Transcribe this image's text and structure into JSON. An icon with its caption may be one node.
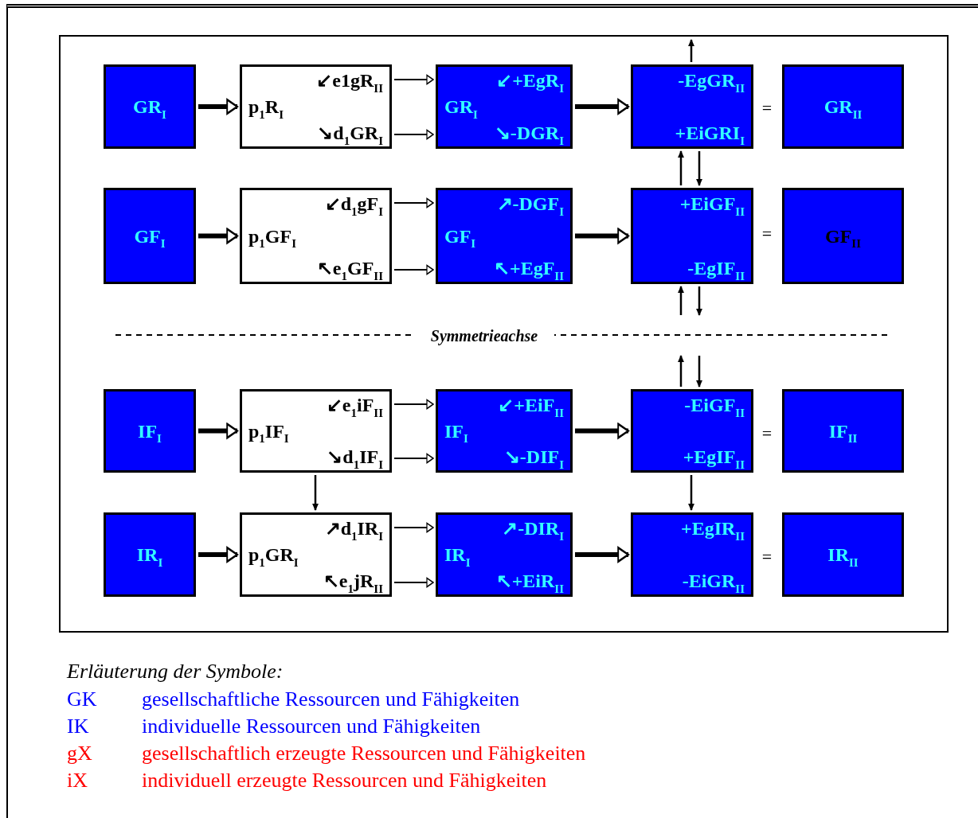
{
  "diagram": {
    "nodes": [
      {
        "text": [
          "GR$_{I}$"
        ]
      },
      {
        "text": [
          "↙e1gR$_{II}$",
          "p$_{1}$R$_{I}$",
          "↘d$_{1}$GR$_{I}$"
        ]
      },
      {
        "text": [
          "↙+EgR$_{I}$",
          "GR$_{I}$",
          "↘-DGR$_{I}$"
        ]
      },
      {
        "text": [
          "-EgGR$_{II}$",
          "+EiGRI$_{I}$"
        ]
      },
      {
        "text": [
          "GR$_{II}$"
        ]
      },
      {
        "text": [
          "GF$_{I}$"
        ]
      },
      {
        "text": [
          "↙d$_{1}$gF$_{I}$",
          "p$_{1}$GF$_{I}$",
          "↖e$_{1}$GF$_{II}$"
        ]
      },
      {
        "text": [
          "↗-DGF$_{I}$",
          "GF$_{I}$",
          "↖+EgF$_{II}$"
        ]
      },
      {
        "text": [
          "+EiGF$_{II}$",
          "-EgIF$_{II}$"
        ]
      },
      {
        "text": [
          "GF$_{II}$"
        ]
      },
      {
        "text": [
          "IF$_{I}$"
        ]
      },
      {
        "text": [
          "↙e$_{1}$iF$_{II}$",
          "p$_{1}$IF$_{I}$",
          "↘d$_{1}$IF$_{I}$"
        ]
      },
      {
        "text": [
          "↙+EiF$_{II}$",
          "IF$_{I}$",
          "↘-DIF$_{I}$"
        ]
      },
      {
        "text": [
          "-EiGF$_{II}$",
          "+EgIF$_{II}$"
        ]
      },
      {
        "text": [
          "IF$_{II}$"
        ]
      },
      {
        "text": [
          "IR$_{I}$"
        ]
      },
      {
        "text": [
          "↗d$_{1}$IR$_{I}$",
          "p$_{1}$GR$_{I}$",
          "↖e$_{1}$jR$_{II}$"
        ]
      },
      {
        "text": [
          "↗-DIR$_{I}$",
          "IR$_{I}$",
          "↖+EiR$_{II}$"
        ]
      },
      {
        "text": [
          "+EgIR$_{II}$",
          "-EiGR$_{II}$"
        ]
      },
      {
        "text": [
          "IR$_{II}$"
        ]
      }
    ],
    "edges": [
      {
        "from": 0,
        "to": 1,
        "arrow": "to",
        "style": "thick"
      },
      {
        "from": 1,
        "to": 2,
        "arrow": "to"
      },
      {
        "from": 1,
        "to": 2,
        "arrow": "to"
      },
      {
        "from": 2,
        "to": 3,
        "arrow": "to",
        "style": "thick"
      },
      {
        "from": 5,
        "to": 6,
        "arrow": "to",
        "style": "thick"
      },
      {
        "from": 6,
        "to": 7,
        "arrow": "to"
      },
      {
        "from": 6,
        "to": 7,
        "arrow": "to"
      },
      {
        "from": 7,
        "to": 8,
        "arrow": "to",
        "style": "thick"
      },
      {
        "from": 10,
        "to": 11,
        "arrow": "to",
        "style": "thick"
      },
      {
        "from": 11,
        "to": 12,
        "arrow": "to"
      },
      {
        "from": 11,
        "to": 12,
        "arrow": "to"
      },
      {
        "from": 12,
        "to": 13,
        "arrow": "to",
        "style": "thick"
      },
      {
        "from": 15,
        "to": 16,
        "arrow": "to",
        "style": "thick"
      },
      {
        "from": 16,
        "to": 17,
        "arrow": "to"
      },
      {
        "from": 16,
        "to": 17,
        "arrow": "to"
      },
      {
        "from": 17,
        "to": 18,
        "arrow": "to",
        "style": "thick"
      },
      {
        "from": 3,
        "to": null,
        "arrow": "to"
      },
      {
        "from": 8,
        "to": 3,
        "arrow": "to"
      },
      {
        "from": 3,
        "to": 8,
        "arrow": "to"
      },
      {
        "from": null,
        "to": 8,
        "arrow": "to"
      },
      {
        "from": 8,
        "to": null,
        "arrow": "to"
      },
      {
        "from": 13,
        "to": null,
        "arrow": "to"
      },
      {
        "from": null,
        "to": 13,
        "arrow": "to"
      },
      {
        "from": 11,
        "to": 16,
        "arrow": "to"
      },
      {
        "from": 13,
        "to": 18,
        "arrow": "to"
      }
    ],
    "labels": [
      "=",
      "=",
      "Symmetrieachse",
      "=",
      "=",
      "Erläuterung der Symbole:",
      "GK",
      "gesellschaftliche Ressourcen und Fähigkeiten",
      "IK",
      "individuelle Ressourcen und Fähigkeiten",
      "gX",
      "gesellschaftlich erzeugte Ressourcen und Fähigkeiten",
      "iX",
      "individuell erzeugte Ressourcen und Fähigkeiten"
    ]
  }
}
